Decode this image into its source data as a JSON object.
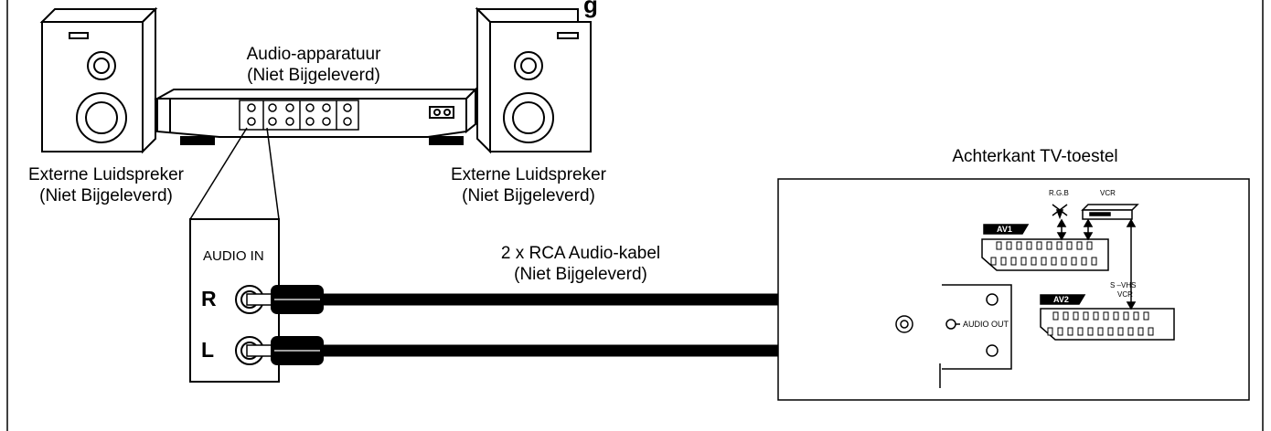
{
  "title_fragment": "g",
  "amplifier": {
    "label_1": "Audio-apparatuur",
    "label_2": "(Niet Bijgeleverd)"
  },
  "speaker_left": {
    "label_1": "Externe Luidspreker",
    "label_2": "(Niet Bijgeleverd)"
  },
  "speaker_right": {
    "label_1": "Externe Luidspreker",
    "label_2": "(Niet Bijgeleverd)"
  },
  "tv_back": {
    "title": "Achterkant TV-toestel",
    "rgb": "R.G.B",
    "vcr": "VCR",
    "av1": "AV1",
    "av2": "AV2",
    "svhs": "S –VHS",
    "svhs_vcr": "VCR",
    "audio_out": "AUDIO OUT"
  },
  "amp_detail": {
    "audio_in": "AUDIO IN",
    "r": "R",
    "l": "L"
  },
  "cable": {
    "label_1": "2 x RCA Audio-kabel",
    "label_2": "(Niet Bijgeleverd)"
  }
}
